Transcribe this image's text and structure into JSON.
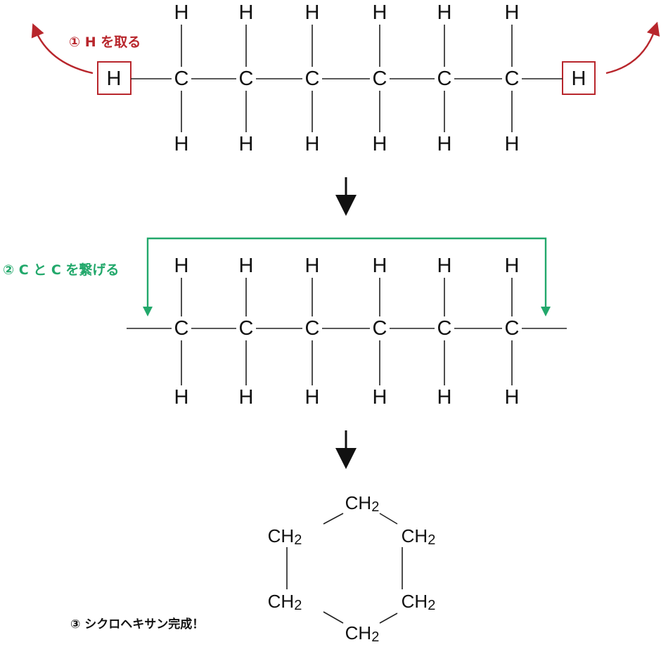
{
  "colors": {
    "step1": "#b8262c",
    "step2": "#22a86b",
    "text": "#111111"
  },
  "atoms": {
    "carbon": "C",
    "hydrogen": "H",
    "ring_group": "CH",
    "ring_subscript": "2"
  },
  "carbon_count": 6,
  "steps": {
    "step1": "① H を取る",
    "step2": "② C と C を繋げる",
    "step3": "③ シクロヘキサン完成！"
  },
  "arrow_icon": "down-arrow-icon"
}
